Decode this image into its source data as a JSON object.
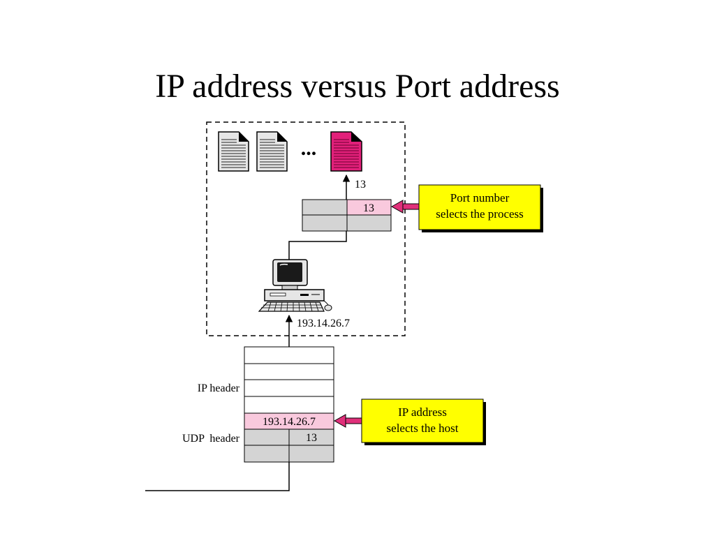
{
  "slide": {
    "title": "IP address versus Port address"
  },
  "diagram": {
    "ellipsis": "...",
    "process_port_label": "13",
    "udp_segment_port_value": "13",
    "host_ip_label": "193.14.26.7",
    "ip_header_label": "IP header",
    "udp_header_label": "UDP  header",
    "ip_field_value": "193.14.26.7",
    "udp_port_field_value": "13",
    "callout_port": {
      "line1": "Port number",
      "line2": "selects the process"
    },
    "callout_ip": {
      "line1": "IP address",
      "line2": "selects the host"
    },
    "colors": {
      "highlight_pink": "#f9c9dd",
      "arrow_magenta": "#e0307a",
      "selected_doc": "#e2207a",
      "callout_yellow": "#ffff00",
      "cell_gray": "#d4d4d4",
      "doc_gray": "#e6e6e6"
    },
    "icons": [
      "document-icon",
      "document-icon",
      "selected-document-icon",
      "computer-icon"
    ]
  }
}
